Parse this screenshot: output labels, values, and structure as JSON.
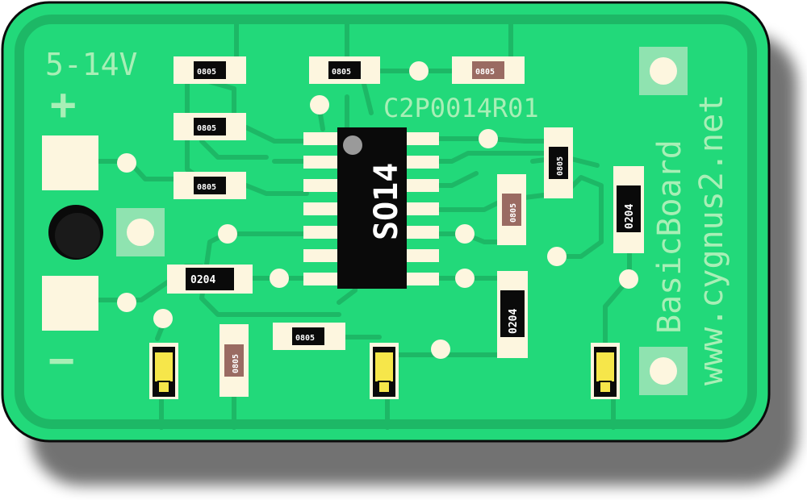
{
  "board": {
    "voltage_label": "5-14V",
    "plus_label": "+",
    "minus_label": "−",
    "part_number": "C2P0014R01",
    "chip_label": "SO14",
    "brand_label": "BasicBoard",
    "url_label": "www.cygnus2.net"
  },
  "components": {
    "r0805_a": "0805",
    "r0805_b": "0805",
    "r0805_c": "0805",
    "r0805_d": "0805",
    "r0805_e": "0805",
    "r0805_f": "0805",
    "r0805_g": "0805",
    "r0805_h": "0805",
    "r0805_i": "0805",
    "r0204_a": "0204",
    "r0204_b": "0204",
    "r0204_c": "0204"
  },
  "colors": {
    "board": "#22d97a",
    "board_edge": "#0b0b0b",
    "trace": "#1db866",
    "pad": "#fdf6df",
    "chip": "#0a0a0a",
    "silkscreen": "#a8efb6",
    "led": "#f6e64a",
    "brown_resistor": "#9a6b62"
  }
}
